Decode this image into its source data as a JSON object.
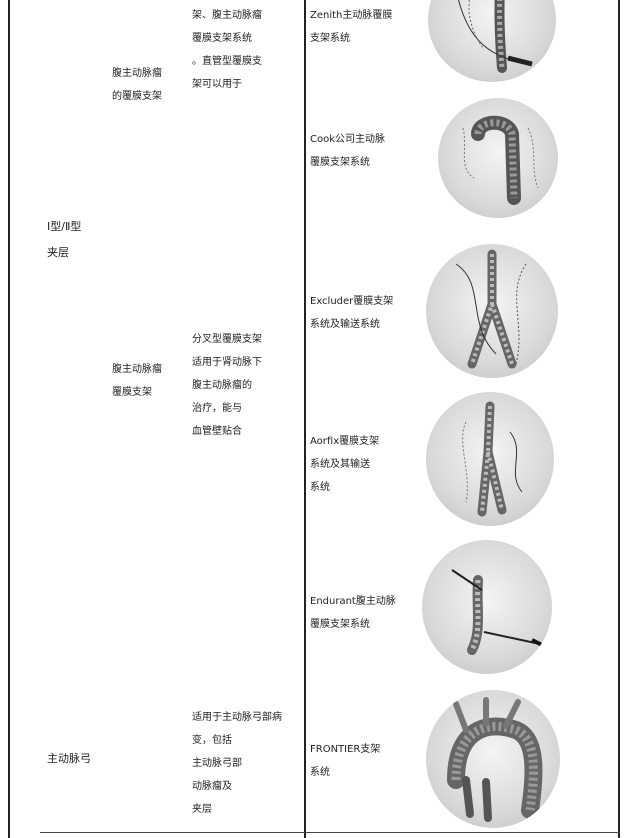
{
  "table": {
    "rows": [
      {
        "category": "Ⅰ型/Ⅱ型\n夹层",
        "groups": [
          {
            "sub": "腹主动脉瘤\n的覆膜支架",
            "desc": "架、腹主动脉瘤\n覆膜支架系统\n。直管型覆膜支\n架可以用于",
            "products": [
              {
                "name": "Zenith主动脉覆膜\n支架系统",
                "icon": "aortic-arch-stent-figure"
              },
              {
                "name": "Cook公司主动脉\n覆膜支架系统",
                "icon": "aortic-arch-graft-figure"
              }
            ]
          },
          {
            "sub": "腹主动脉瘤\n覆膜支架",
            "desc": "分叉型覆膜支架\n适用于肾动脉下\n腹主动脉瘤的\n治疗，能与\n血管壁贴合",
            "products": [
              {
                "name": "Excluder覆膜支架\n系统及输送系统",
                "icon": "bifurcated-stent-figure"
              },
              {
                "name": "Aorfix覆膜支架\n系统及其输送\n系统",
                "icon": "bifurcated-graft-figure"
              }
            ]
          }
        ]
      },
      {
        "category": "",
        "groups": [
          {
            "sub": "",
            "desc": "",
            "products": [
              {
                "name": "Endurant腹主动脉\n覆膜支架系统",
                "icon": "aortic-graft-delivery-figure"
              }
            ]
          }
        ]
      },
      {
        "category": "主动脉弓",
        "groups": [
          {
            "sub": "",
            "desc": "适用于主动脉弓部病\n变，包括\n主动脉弓部\n动脉瘤及\n夹层",
            "products": [
              {
                "name": "FRONTIER支架\n系统",
                "icon": "aortic-arch-branch-figure"
              }
            ]
          }
        ]
      }
    ]
  },
  "colors": {
    "rule": "#222222",
    "text": "#222222",
    "figure_bg": "#d9d9d9"
  }
}
